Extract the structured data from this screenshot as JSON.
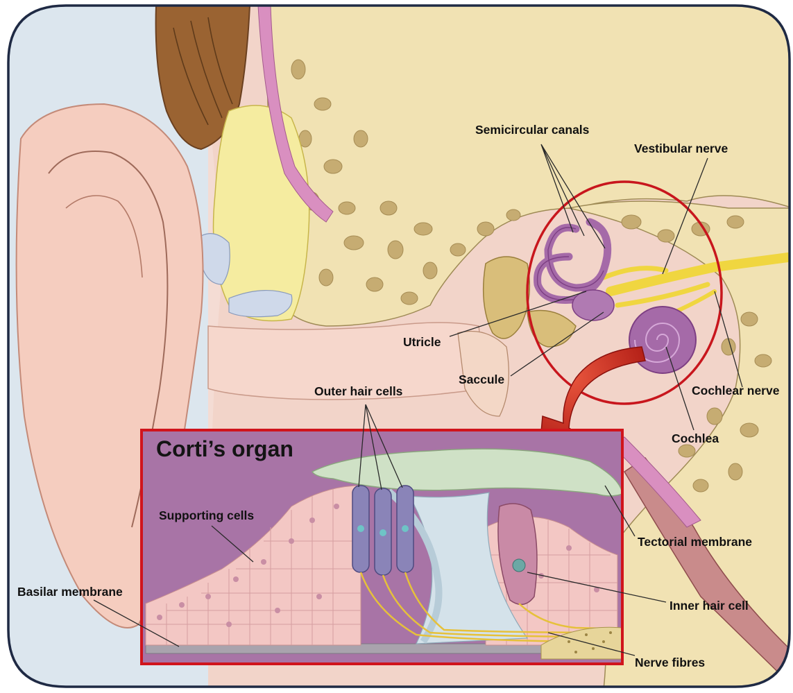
{
  "diagram": {
    "inset_title": "Corti’s organ",
    "labels": {
      "semicircular_canals": "Semicircular canals",
      "vestibular_nerve": "Vestibular nerve",
      "utricle": "Utricle",
      "saccule": "Saccule",
      "cochlear_nerve": "Cochlear nerve",
      "cochlea": "Cochlea",
      "outer_hair_cells": "Outer hair cells",
      "supporting_cells": "Supporting cells",
      "tectorial_membrane": "Tectorial membrane",
      "basilar_membrane": "Basilar membrane",
      "inner_hair_cell": "Inner hair cell",
      "nerve_fibres": "Nerve fibres"
    },
    "colors": {
      "frame": "#1f2a44",
      "skin": "#f4d2c6",
      "bone": "#f1e2b3",
      "bone_pore": "#c6ac72",
      "cartilage": "#f5eca0",
      "hair": "#9a6332",
      "labyrinth": "#a56aa8",
      "nerve": "#f0d640",
      "highlight_ring": "#c8161d",
      "arrow": "#c8221a",
      "inset_background": "#a874a6",
      "inset_border": "#d0141c",
      "supporting_cell": "#f3c7c4",
      "tectorial_membrane": "#cfe1c6",
      "outer_hair_cell": "#8a84b8",
      "pillar_cells": "#d4e2ea"
    }
  }
}
